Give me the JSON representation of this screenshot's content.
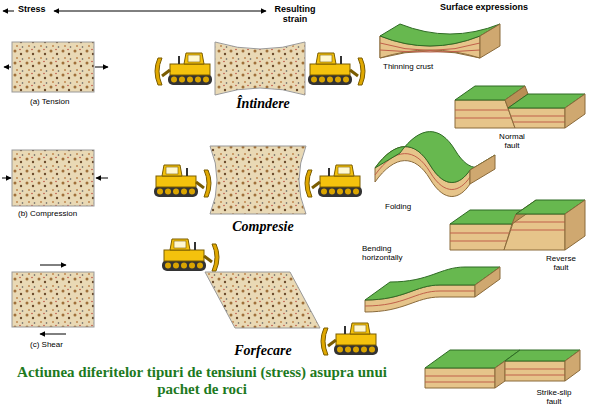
{
  "diagram": {
    "caption": "Actiunea diferitelor tipuri de tensiuni (stress) asupra unui pachet de roci",
    "labels": [
      "Stress",
      "Resulting strain",
      "Surface expressions",
      "(a) Tension",
      "Întindere",
      "Thinning crust",
      "Normal fault",
      "(b) Compression",
      "Compresie",
      "Folding",
      "Reverse fault",
      "(c) Shear",
      "Forfecare",
      "Bending horizontally",
      "Strike-slip fault"
    ]
  }
}
